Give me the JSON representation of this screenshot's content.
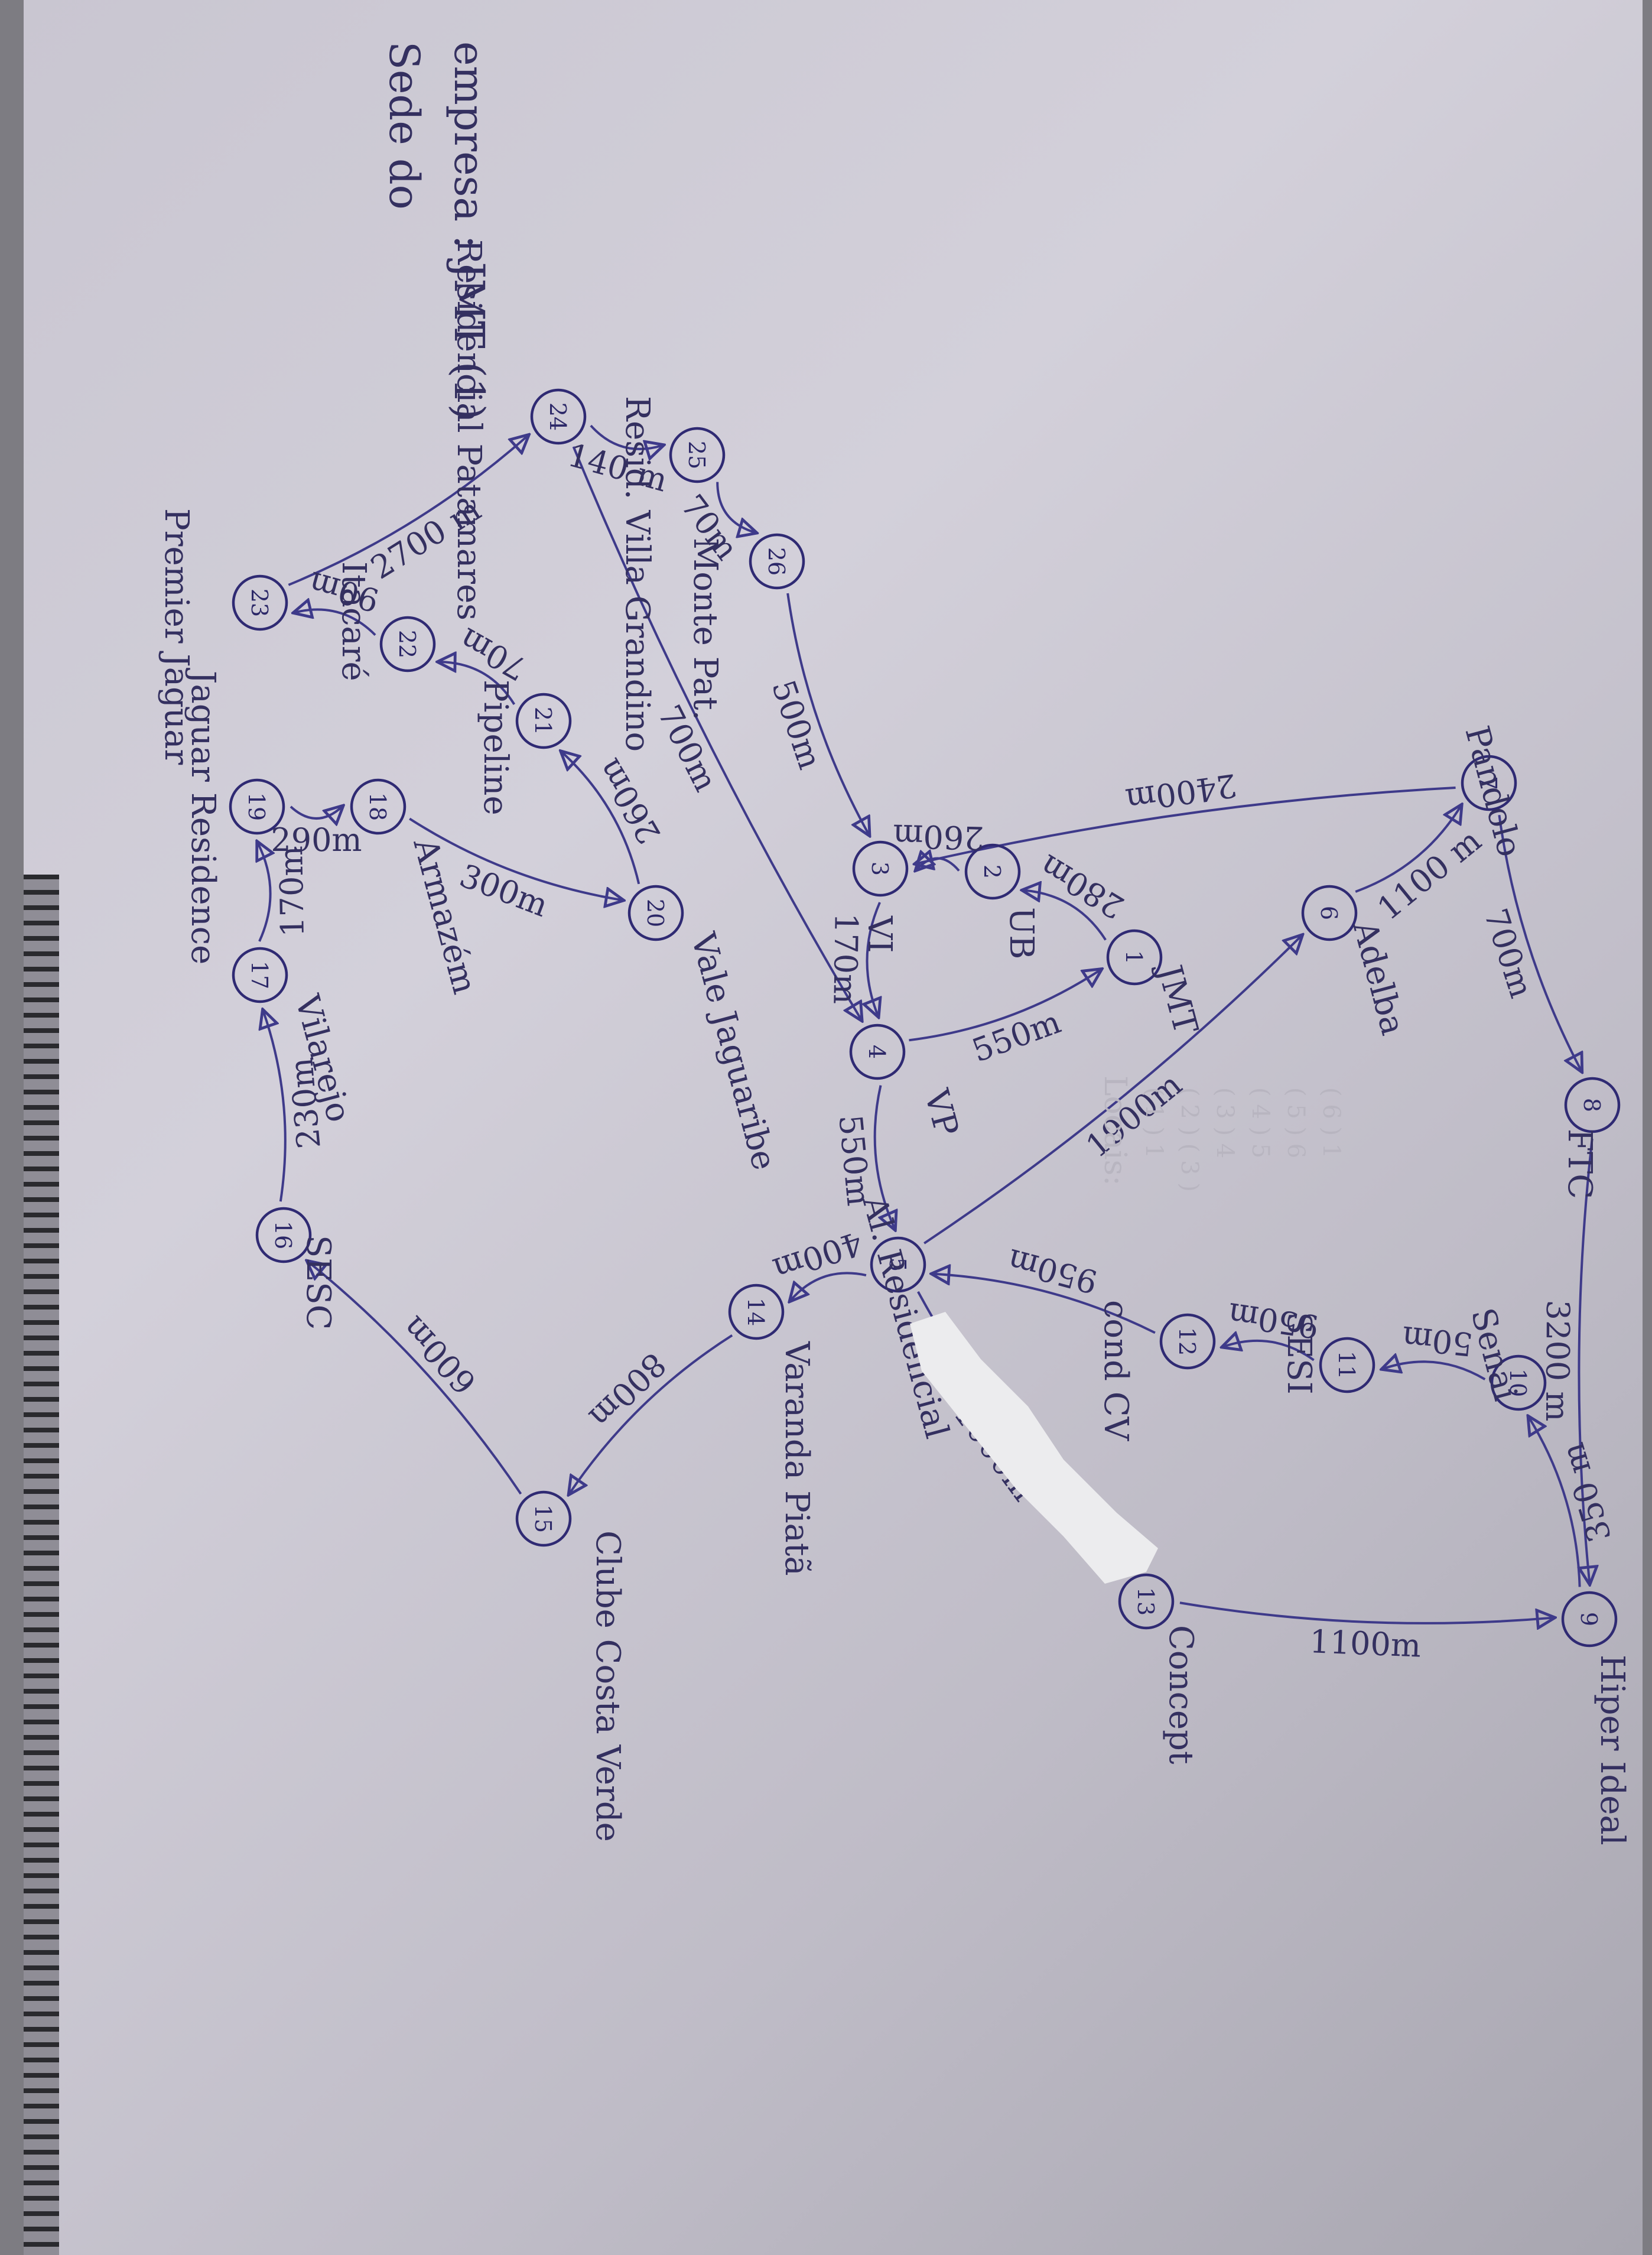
{
  "header": {
    "line1": "Sede do",
    "line2": "empresa : JMT (1)"
  },
  "nodes": [
    {
      "id": "1",
      "label": "JMT"
    },
    {
      "id": "2",
      "label": "UB"
    },
    {
      "id": "3",
      "label": "VI"
    },
    {
      "id": "4",
      "label": "VP"
    },
    {
      "id": "5",
      "label": "Al. Residencial"
    },
    {
      "id": "6",
      "label": "Adelba"
    },
    {
      "id": "7",
      "label": "Pandolo"
    },
    {
      "id": "8",
      "label": "FTC"
    },
    {
      "id": "9",
      "label": "Hiper Ideal"
    },
    {
      "id": "10",
      "label": "Senai"
    },
    {
      "id": "11",
      "label": "SESI"
    },
    {
      "id": "12",
      "label": "cond CV"
    },
    {
      "id": "13",
      "label": "Concept"
    },
    {
      "id": "14",
      "label": "Varanda Piatã"
    },
    {
      "id": "15",
      "label": "Clube Costa Verde"
    },
    {
      "id": "16",
      "label": "SESC"
    },
    {
      "id": "17",
      "label": "Vilarejo"
    },
    {
      "id": "18",
      "label": "Armazém"
    },
    {
      "id": "19",
      "label": "Jaguar Residence"
    },
    {
      "id": "20",
      "label": "Vale Jaguaribe"
    },
    {
      "id": "21",
      "label": "Pipeline"
    },
    {
      "id": "22",
      "label": "Itacaré"
    },
    {
      "id": "23",
      "label": "Premier Jaguar"
    },
    {
      "id": "24",
      "label": "Residencial Patamares"
    },
    {
      "id": "25",
      "label": "Resid. Villa Grandino"
    },
    {
      "id": "26",
      "label": "Monte Pat."
    }
  ],
  "edges": [
    {
      "from": "7",
      "to": "3",
      "label": "2400m"
    },
    {
      "from": "1",
      "to": "2",
      "label": "280m"
    },
    {
      "from": "2",
      "to": "3",
      "label": "260m"
    },
    {
      "from": "3",
      "to": "4",
      "label": "170m"
    },
    {
      "from": "4",
      "to": "1",
      "label": "550m"
    },
    {
      "from": "4",
      "to": "5",
      "label": "550m"
    },
    {
      "from": "5",
      "to": "6",
      "label": "1900m"
    },
    {
      "from": "6",
      "to": "7",
      "label": "1100 m"
    },
    {
      "from": "7",
      "to": "8",
      "label": "700m"
    },
    {
      "from": "8",
      "to": "9",
      "label": "3200 m"
    },
    {
      "from": "9",
      "to": "10",
      "label": "350 m"
    },
    {
      "from": "10",
      "to": "11",
      "label": "50m"
    },
    {
      "from": "11",
      "to": "12",
      "label": "950m"
    },
    {
      "from": "12",
      "to": "5",
      "label": "950m"
    },
    {
      "from": "5",
      "to": "13",
      "label": "1000m"
    },
    {
      "from": "13",
      "to": "9",
      "label": "1100m"
    },
    {
      "from": "5",
      "to": "14",
      "label": "400m"
    },
    {
      "from": "14",
      "to": "15",
      "label": "800m"
    },
    {
      "from": "15",
      "to": "16",
      "label": "600m"
    },
    {
      "from": "16",
      "to": "17",
      "label": "230m"
    },
    {
      "from": "17",
      "to": "19",
      "label": "170m"
    },
    {
      "from": "19",
      "to": "18",
      "label": "290m"
    },
    {
      "from": "18",
      "to": "20",
      "label": "300m"
    },
    {
      "from": "20",
      "to": "21",
      "label": "260m"
    },
    {
      "from": "21",
      "to": "22",
      "label": "70m"
    },
    {
      "from": "22",
      "to": "23",
      "label": "90m"
    },
    {
      "from": "23",
      "to": "24",
      "label": "2700 m"
    },
    {
      "from": "24",
      "to": "25",
      "label": "140 m"
    },
    {
      "from": "25",
      "to": "26",
      "label": "70m"
    },
    {
      "from": "26",
      "to": "3",
      "label": "500m"
    },
    {
      "from": "24",
      "to": "4",
      "label": "700m"
    }
  ],
  "faint_notes": {
    "title": "Locais:",
    "rows": [
      "( 1 ) 1",
      "( 2 ) ( 3 )",
      "( 3 ) 4",
      "( 4 ) 5",
      "( 5 ) 6",
      "( 6 ) 1"
    ]
  }
}
